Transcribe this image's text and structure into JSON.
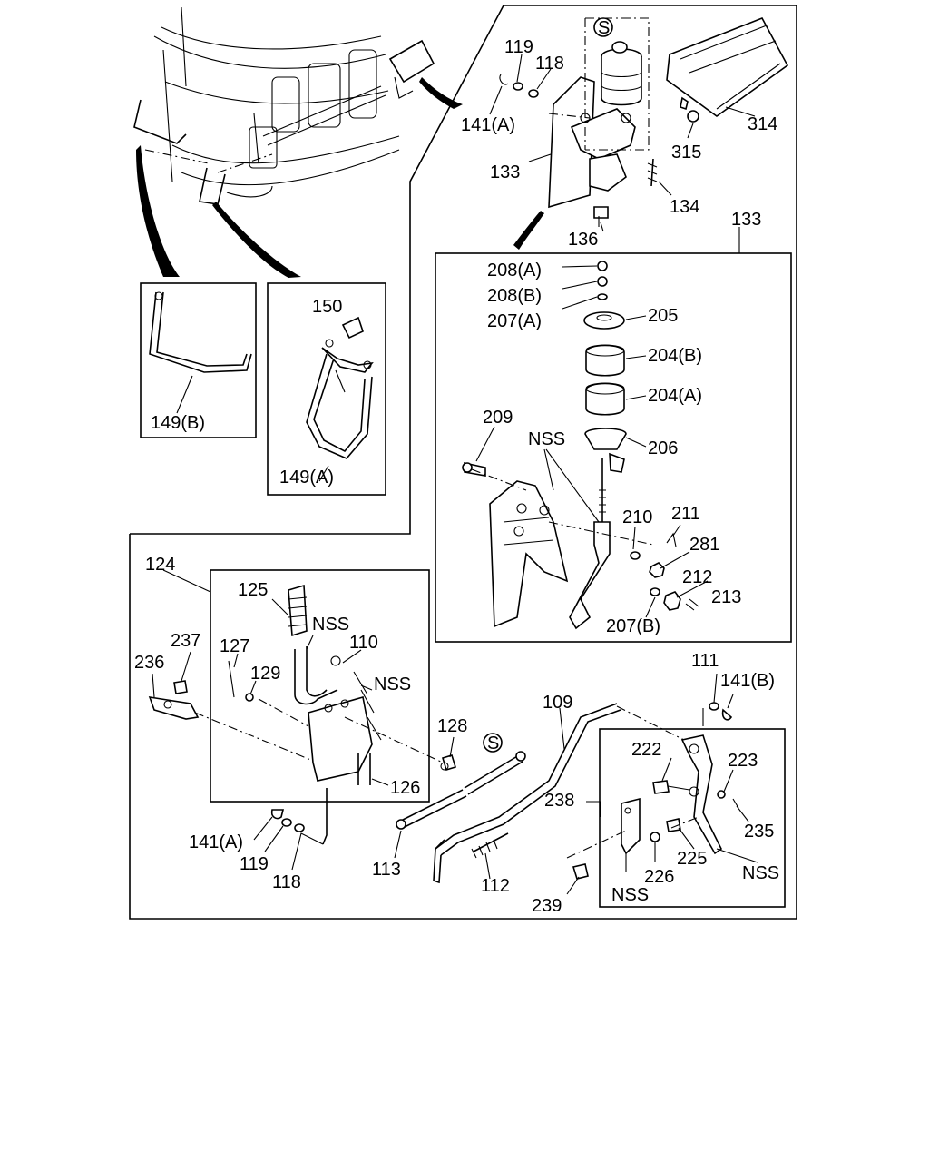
{
  "labels": {
    "l119_top": "119",
    "l118_top": "118",
    "l141a_top": "141(A)",
    "l133_top": "133",
    "l134": "134",
    "l136": "136",
    "l133_box": "133",
    "l314": "314",
    "l315": "315",
    "s_top": "S",
    "l150": "150",
    "l149b": "149(B)",
    "l149a": "149(A)",
    "l208a": "208(A)",
    "l208b": "208(B)",
    "l207a": "207(A)",
    "l205": "205",
    "l204b": "204(B)",
    "l204a": "204(A)",
    "l206": "206",
    "l209": "209",
    "nss_mid": "NSS",
    "l210": "210",
    "l211": "211",
    "l281": "281",
    "l212": "212",
    "l213": "213",
    "l207b": "207(B)",
    "l124": "124",
    "l125": "125",
    "nss_pedal": "NSS",
    "l237": "237",
    "l236": "236",
    "l127": "127",
    "l129": "129",
    "l110": "110",
    "nss_110": "NSS",
    "l128": "128",
    "s_bot": "S",
    "l126": "126",
    "l141a_bot": "141(A)",
    "l119_bot": "119",
    "l118_bot": "118",
    "l113": "113",
    "l112": "112",
    "l109": "109",
    "l111": "111",
    "l141b": "141(B)",
    "l222": "222",
    "l223": "223",
    "l238": "238",
    "l235": "235",
    "l225": "225",
    "l226": "226",
    "nss_238": "NSS",
    "nss_235": "NSS",
    "l239": "239"
  }
}
